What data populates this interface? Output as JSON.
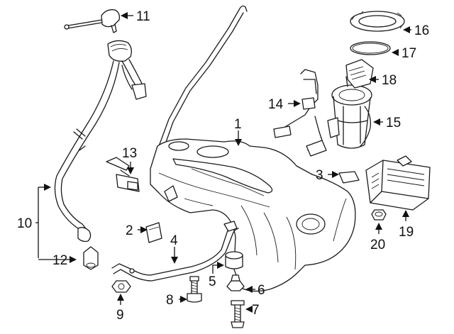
{
  "diagram": {
    "callouts": [
      "1",
      "2",
      "3",
      "4",
      "5",
      "6",
      "7",
      "8",
      "9",
      "10",
      "11",
      "12",
      "13",
      "14",
      "15",
      "16",
      "17",
      "18",
      "19",
      "20"
    ]
  },
  "icons": {
    "fuel_tank": "fuel-tank-icon",
    "filler_pipe": "filler-pipe-icon",
    "pump_module": "fuel-pump-module-icon",
    "control_module": "fuel-pump-control-module-icon"
  }
}
